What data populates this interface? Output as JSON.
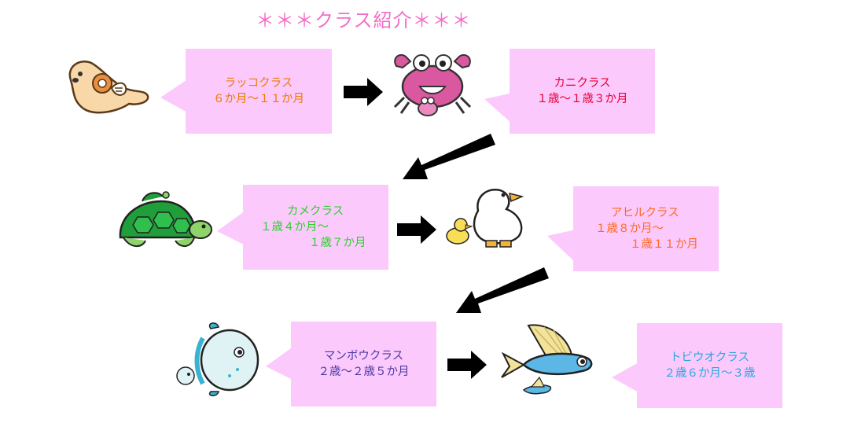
{
  "title": "＊＊＊クラス紹介＊＊＊",
  "colors": {
    "title": "#f36fc8",
    "bubble": "#fcc9fd",
    "arrow": "#000000"
  },
  "classes": [
    {
      "name": "ラッコクラス",
      "age": "６か月～１１か月",
      "animal": "sea-otter-icon",
      "text_color": "#ee7a00"
    },
    {
      "name": "カニクラス",
      "age": "１歳～１歳３か月",
      "animal": "crab-icon",
      "text_color": "#e60033"
    },
    {
      "name": "カメクラス",
      "age_lines": [
        "１歳４か月～",
        "１歳７か月"
      ],
      "animal": "turtle-icon",
      "text_color": "#2ecf2e"
    },
    {
      "name": "アヒルクラス",
      "age_lines": [
        "１歳８か月～",
        "１歳１１か月"
      ],
      "animal": "duck-icon",
      "text_color": "#ff6a1f"
    },
    {
      "name": "マンボウクラス",
      "age": "２歳～２歳５か月",
      "animal": "sunfish-icon",
      "text_color": "#4a3aa8"
    },
    {
      "name": "トビウオクラス",
      "age": "２歳６か月～３歳",
      "animal": "flying-fish-icon",
      "text_color": "#27a6e0"
    }
  ]
}
